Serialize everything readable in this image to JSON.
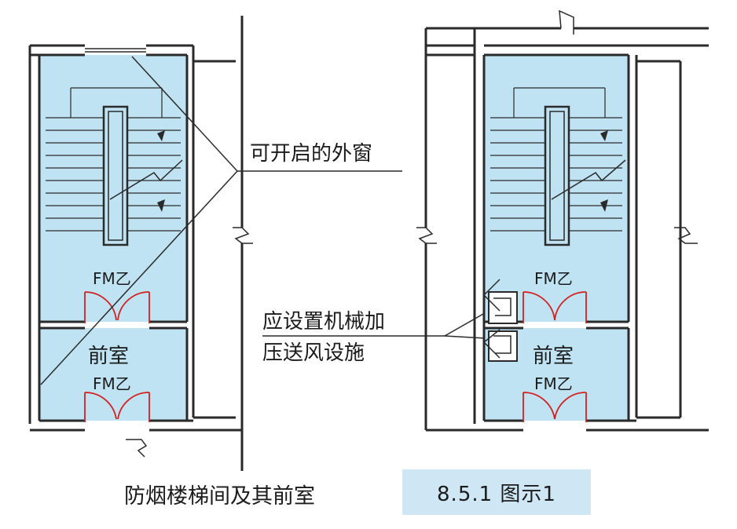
{
  "labels": {
    "window": "可开启的外窗",
    "pressurize_line1": "应设置机械加",
    "pressurize_line2": "压送风设施",
    "anteroom": "前室",
    "door": "FM乙"
  },
  "caption": {
    "title": "防烟楼梯间及其前室",
    "figure_no": "8.5.1 图示1"
  },
  "colors": {
    "room_fill": "#bfe3f2",
    "wall": "#2a2a2a",
    "door": "#d42020",
    "caption_bg": "#cfe6f5"
  }
}
